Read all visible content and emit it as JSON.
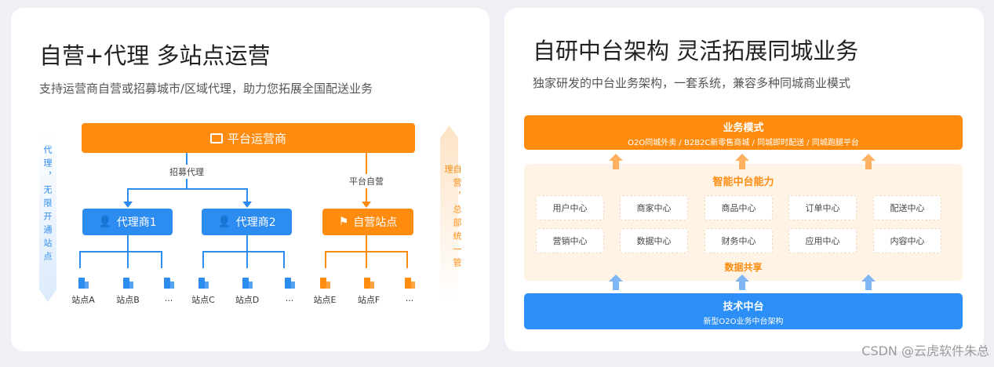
{
  "left": {
    "title": "自营+代理 多站点运营",
    "subtitle": "支持运营商自营或招募城市/区域代理，助力您拓展全国配送业务",
    "platform": "平台运营商",
    "recruit_label": "招募代理",
    "self_label": "平台自营",
    "agent1": "代理商1",
    "agent2": "代理商2",
    "self_station": "自营站点",
    "stations": [
      "站点A",
      "站点B",
      "...",
      "站点C",
      "站点D",
      "...",
      "站点E",
      "站点F",
      "..."
    ],
    "left_arrow_text": "代理，无限开通站点",
    "right_arrow_text": "自营，总部统一管理"
  },
  "right": {
    "title": "自研中台架构 灵活拓展同城业务",
    "subtitle": "独家研发的中台业务架构，一套系统，兼容多种同城商业模式",
    "business_title": "业务模式",
    "business_sub": "O2O同城外卖 / B2B2C新零售商城 / 同城即时配送 / 同城跑腿平台",
    "middle_title": "智能中台能力",
    "centers": [
      "用户中心",
      "商家中心",
      "商品中心",
      "订单中心",
      "配送中心",
      "营销中心",
      "数据中心",
      "财务中心",
      "应用中心",
      "内容中心"
    ],
    "data_share": "数据共享",
    "tech_title": "技术中台",
    "tech_sub": "新型O2O业务中台架构"
  },
  "watermark": "CSDN @云虎软件朱总",
  "colors": {
    "orange": "#ff8c0f",
    "blue": "#2d8cf0"
  }
}
